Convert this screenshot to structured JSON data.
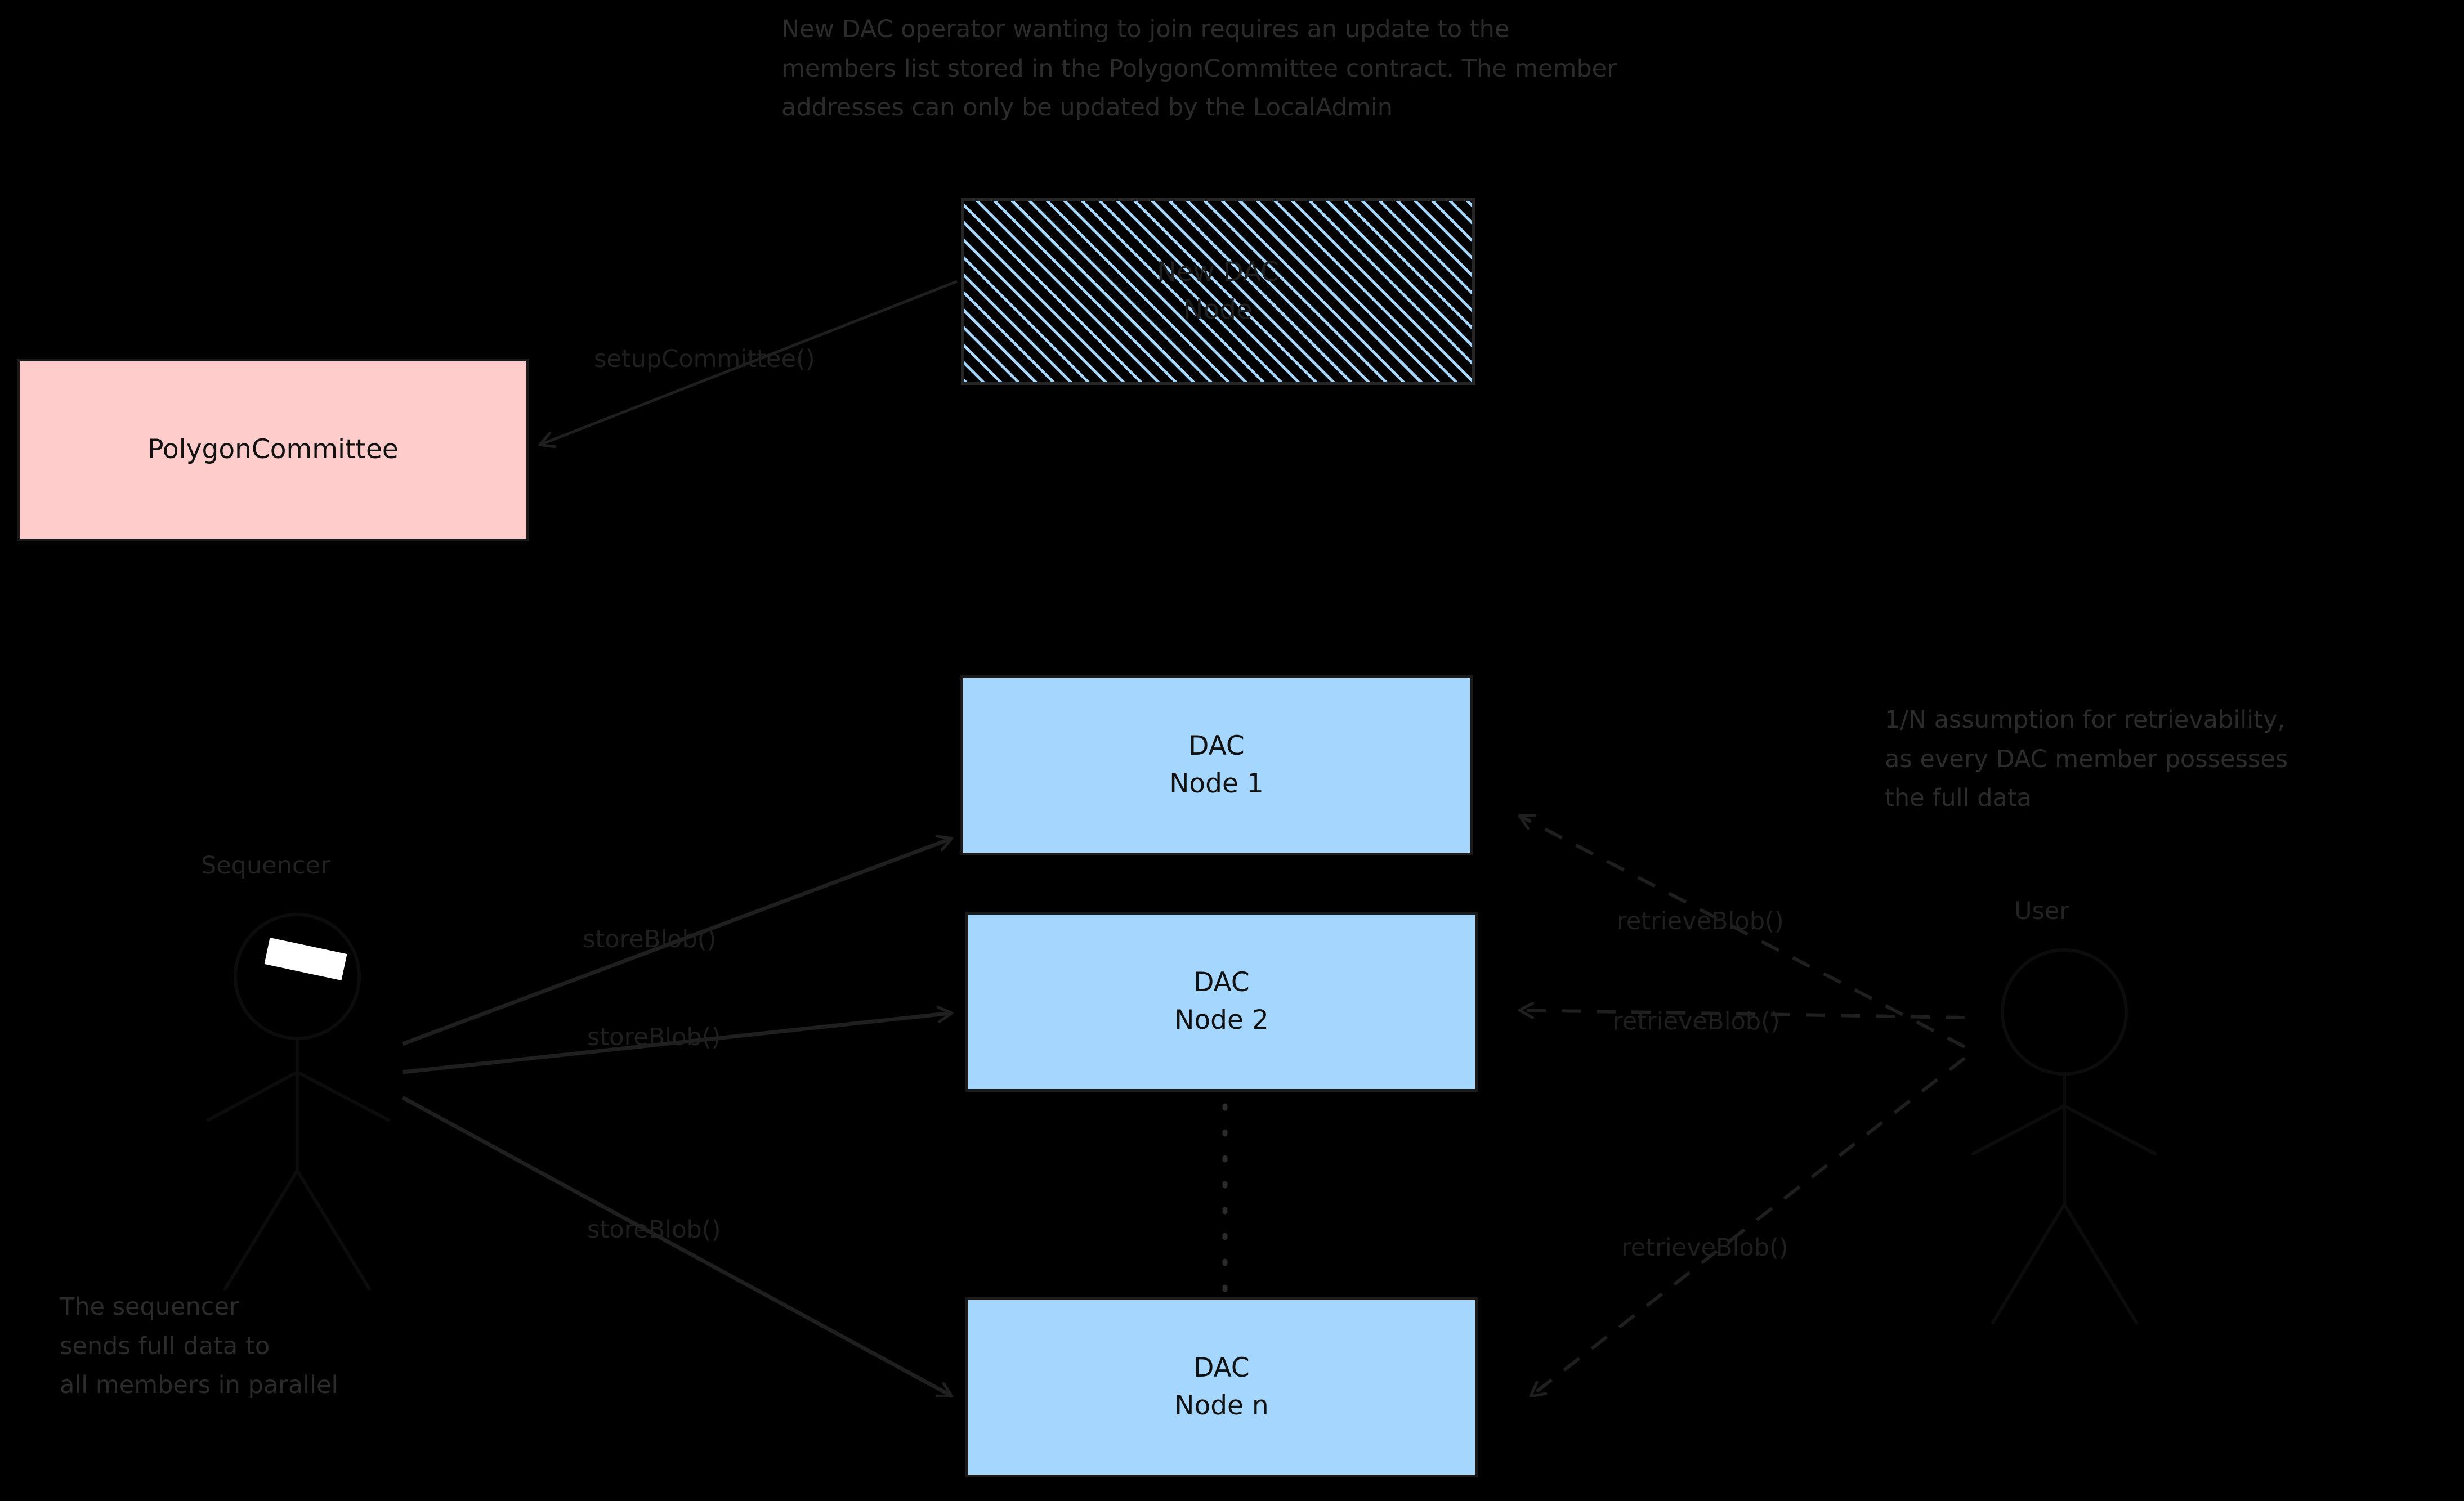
{
  "theme": {
    "background": "#000000",
    "box_blue": "#a5d6fd",
    "box_pink": "#ffcccc",
    "stroke": "#1a1a1a",
    "note_text": "#2b2b2b"
  },
  "notes": {
    "top": "New DAC operator wanting to join requires an update to the\nmembers list stored in the PolygonCommittee contract. The member\naddresses can only be updated by the LocalAdmin",
    "right": "1/N assumption for retrievability,\nas every DAC member possesses\nthe full data",
    "bottom_left": "The sequencer\nsends full data to\nall members in parallel"
  },
  "boxes": {
    "new_dac_node": {
      "line1": "New DAC",
      "line2": "Node"
    },
    "polygon_committee": {
      "label": "PolygonCommittee"
    },
    "dac_node_1": {
      "line1": "DAC",
      "line2": "Node 1"
    },
    "dac_node_2": {
      "line1": "DAC",
      "line2": "Node 2"
    },
    "dac_node_n": {
      "line1": "DAC",
      "line2": "Node n"
    }
  },
  "actors": {
    "sequencer": {
      "label": "Sequencer"
    },
    "user": {
      "label": "User"
    }
  },
  "edges": {
    "setup_committee": {
      "label": "setupCommittee()"
    },
    "store_blob_1": {
      "label": "storeBlob()"
    },
    "store_blob_2": {
      "label": "storeBlob()"
    },
    "store_blob_n": {
      "label": "storeBlob()"
    },
    "retrieve_blob_1": {
      "label": "retrieveBlob()"
    },
    "retrieve_blob_2": {
      "label": "retrieveBlob()"
    },
    "retrieve_blob_n": {
      "label": "retrieveBlob()"
    }
  }
}
